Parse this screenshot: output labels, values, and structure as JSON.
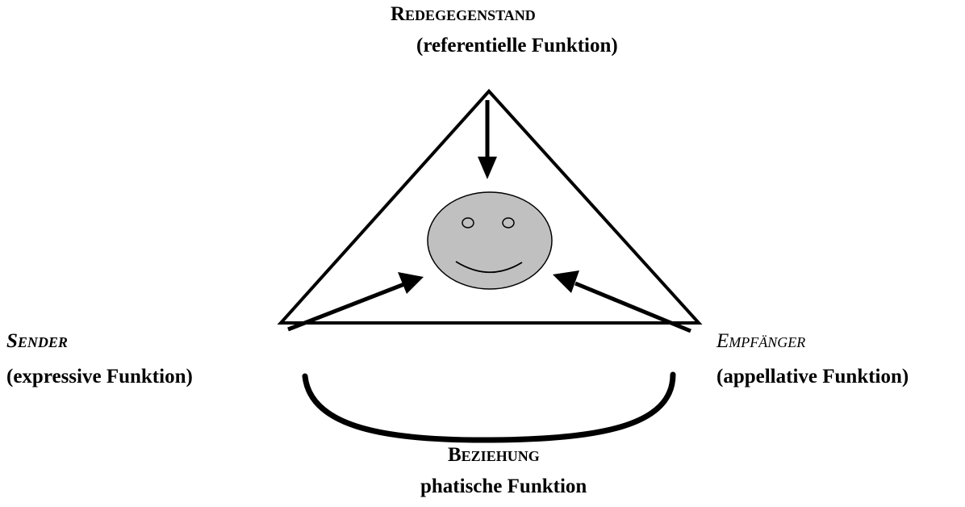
{
  "diagram": {
    "top": {
      "name": "Redegegenstand",
      "function": "(referentielle Funktion)"
    },
    "left": {
      "name": "Sender",
      "function": "(expressive Funktion)"
    },
    "right": {
      "name": "Empfänger",
      "function": "(appellative Funktion)"
    },
    "bottom": {
      "name": "Beziehung",
      "function": "phatische Funktion"
    }
  },
  "colors": {
    "line": "#000000",
    "face_fill": "#c0c0c0",
    "background": "#ffffff"
  },
  "icons": {
    "center": "smiley-face-icon"
  }
}
